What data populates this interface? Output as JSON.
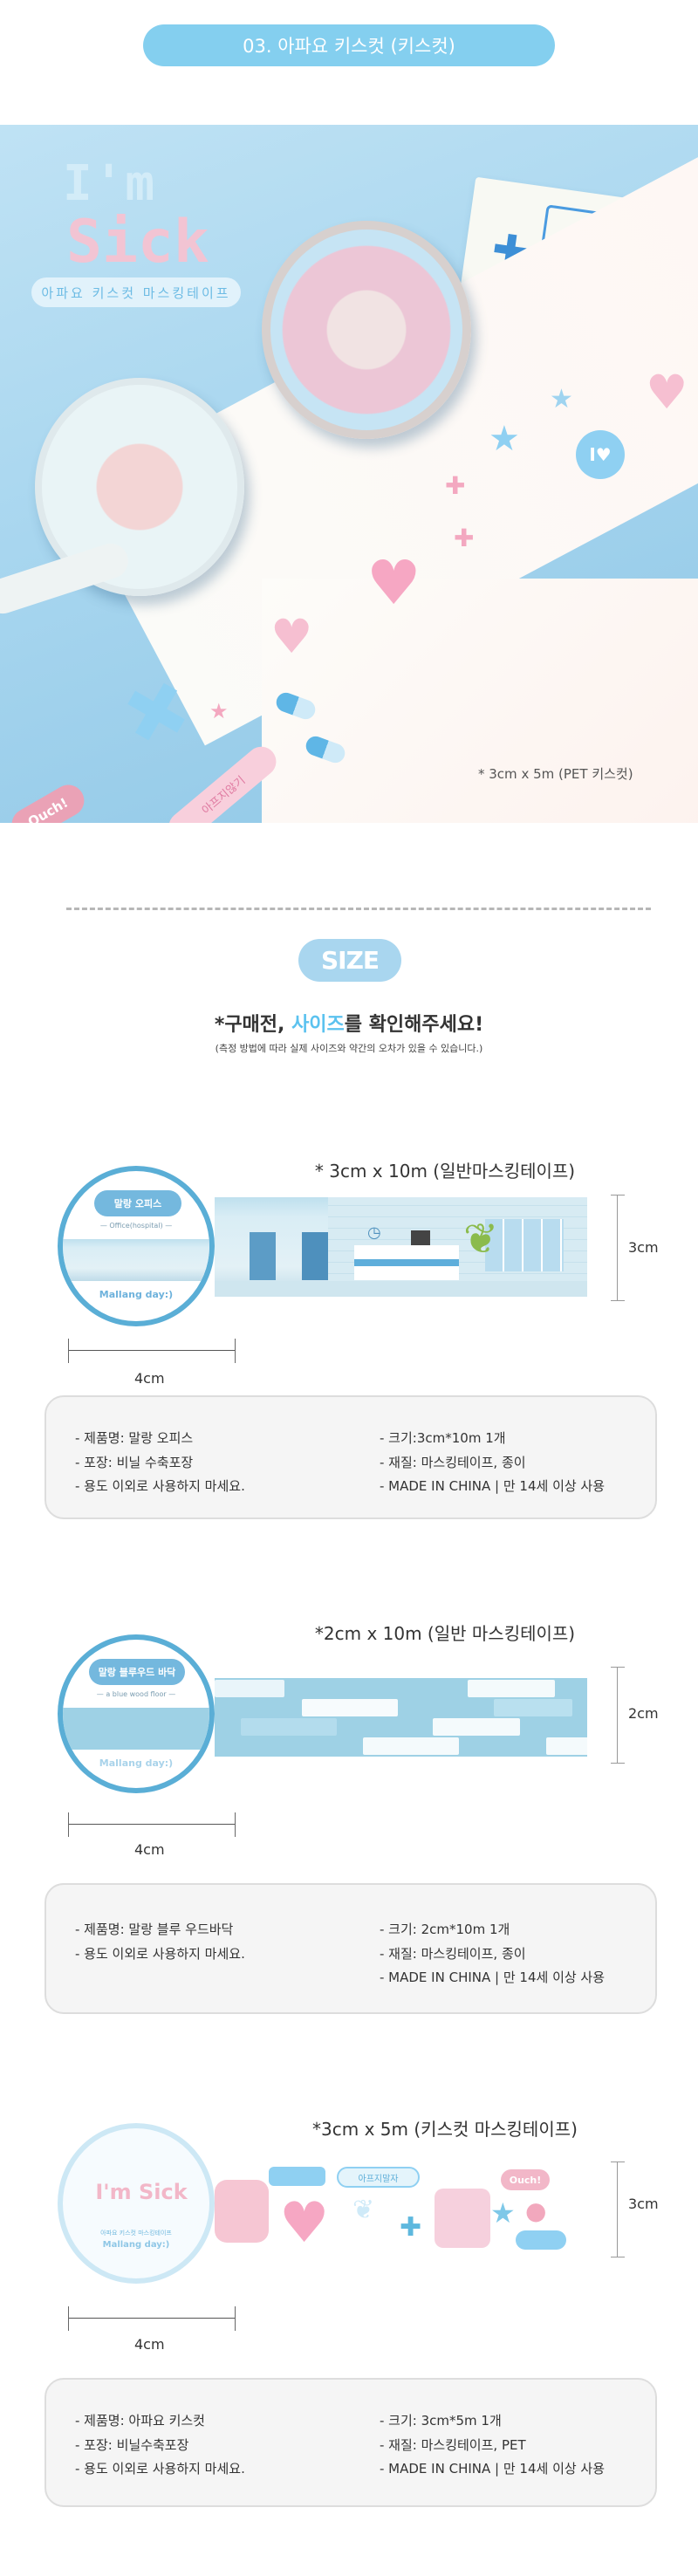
{
  "header": {
    "title": "03. 아파요 키스컷 (키스컷)"
  },
  "photo": {
    "big_text_1": "I'm",
    "big_text_2": "Sick",
    "label": "아파요 키스컷 마스킹테이프",
    "sticker_ouch": "Ouch!",
    "sticker_text": "아프지않기",
    "caption": "* 3cm x 5m (PET 키스컷)"
  },
  "size_section": {
    "badge": "SIZE",
    "heading_pre": "*구매전, ",
    "heading_highlight": "사이즈",
    "heading_post": "를 확인해주세요!",
    "note": "(측정 방법에 따라 실제 사이즈와 약간의 오차가 있을 수 있습니다.)"
  },
  "products": [
    {
      "spec": "* 3cm x 10m (일반마스킹테이프)",
      "height_label": "3cm",
      "width_label": "4cm",
      "roll_title": "말랑 오피스",
      "roll_subtitle": "— Office(hospital) —",
      "roll_brand": "Mallang day:)",
      "info_left": [
        "- 제품명: 말랑 오피스",
        "- 포장: 비닐 수축포장",
        "- 용도 이외로 사용하지 마세요."
      ],
      "info_right": [
        "- 크기:3cm*10m 1개",
        "- 재질: 마스킹테이프, 종이",
        "- MADE IN CHINA |  만 14세 이상 사용"
      ]
    },
    {
      "spec": "*2cm x 10m (일반 마스킹테이프)",
      "height_label": "2cm",
      "width_label": "4cm",
      "roll_title": "말랑 블루우드 바닥",
      "roll_subtitle": "— a blue wood floor —",
      "roll_brand": "Mallang day:)",
      "info_left": [
        "- 제품명: 말랑 블루 우드바닥",
        "- 용도 이외로 사용하지 마세요."
      ],
      "info_right": [
        "- 크기: 2cm*10m 1개",
        "- 재질: 마스킹테이프, 종이",
        "- MADE IN CHINA |  만 14세 이상 사용"
      ]
    },
    {
      "spec": "*3cm x 5m (키스컷 마스킹테이프)",
      "height_label": "3cm",
      "width_label": "4cm",
      "roll_title": "I'm Sick",
      "roll_subtitle": "아파요 키스컷 마스킹테이프",
      "roll_brand": "Mallang day:)",
      "sticker_text": "아프지말자",
      "sticker_ouch": "Ouch!",
      "info_left": [
        "- 제품명: 아파요 키스컷",
        "- 포장: 비닐수축포장",
        "- 용도 이외로 사용하지 마세요."
      ],
      "info_right": [
        "- 크기: 3cm*5m 1개",
        "- 재질: 마스킹테이프, PET",
        "- MADE IN CHINA |  만 14세 이상 사용"
      ]
    }
  ],
  "colors": {
    "accent": "#84cfef",
    "highlight": "#5bc2ef",
    "size_badge": "#a9d6ef",
    "info_bg": "#f5f5f5"
  }
}
